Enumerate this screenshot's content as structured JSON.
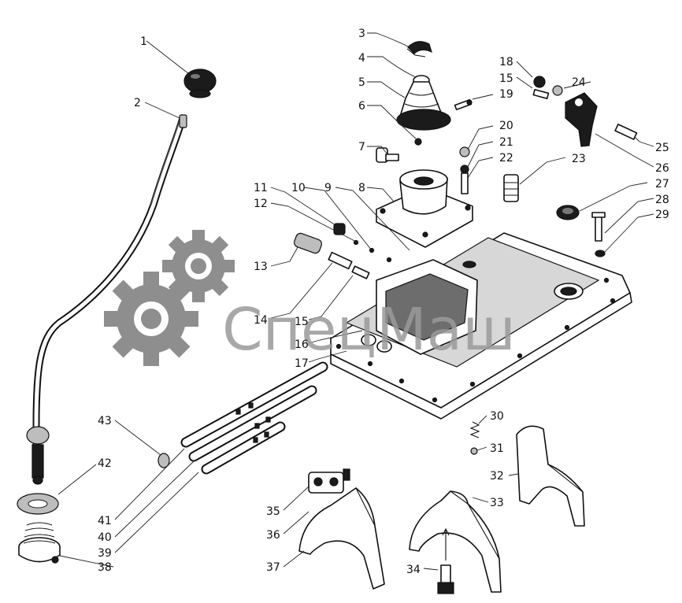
{
  "watermark": {
    "text": "СпецМаш",
    "color": "#8e8e8e"
  },
  "callouts": [
    {
      "n": "1"
    },
    {
      "n": "2"
    },
    {
      "n": "3"
    },
    {
      "n": "4"
    },
    {
      "n": "5"
    },
    {
      "n": "6"
    },
    {
      "n": "7"
    },
    {
      "n": "8"
    },
    {
      "n": "9"
    },
    {
      "n": "10"
    },
    {
      "n": "11"
    },
    {
      "n": "12"
    },
    {
      "n": "13"
    },
    {
      "n": "14"
    },
    {
      "n": "15"
    },
    {
      "n": "15"
    },
    {
      "n": "16"
    },
    {
      "n": "17"
    },
    {
      "n": "18"
    },
    {
      "n": "19"
    },
    {
      "n": "20"
    },
    {
      "n": "21"
    },
    {
      "n": "22"
    },
    {
      "n": "23"
    },
    {
      "n": "24"
    },
    {
      "n": "25"
    },
    {
      "n": "26"
    },
    {
      "n": "27"
    },
    {
      "n": "28"
    },
    {
      "n": "29"
    },
    {
      "n": "30"
    },
    {
      "n": "31"
    },
    {
      "n": "32"
    },
    {
      "n": "33"
    },
    {
      "n": "34"
    },
    {
      "n": "35"
    },
    {
      "n": "36"
    },
    {
      "n": "37"
    },
    {
      "n": "38"
    },
    {
      "n": "39"
    },
    {
      "n": "40"
    },
    {
      "n": "41"
    },
    {
      "n": "42"
    },
    {
      "n": "43"
    }
  ]
}
